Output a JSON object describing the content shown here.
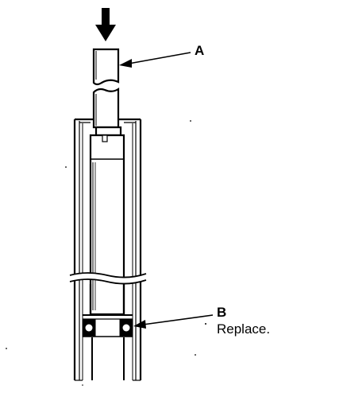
{
  "diagram": {
    "callouts": {
      "a": {
        "letter": "A"
      },
      "b": {
        "letter": "B",
        "note": "Replace."
      }
    },
    "colors": {
      "ink": "#000000",
      "paper": "#ffffff"
    }
  }
}
